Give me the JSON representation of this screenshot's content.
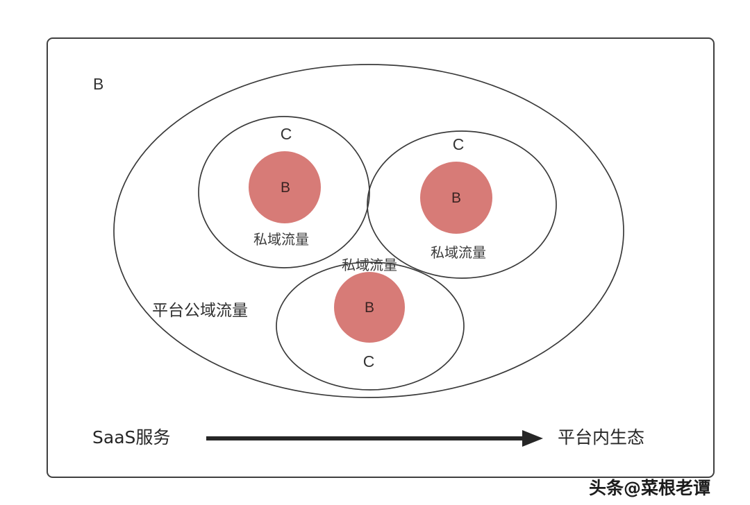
{
  "diagram": {
    "outer_frame": {
      "name": "outer-frame",
      "corner_label": "B"
    },
    "platform_ellipse": {
      "label": "平台公域流量",
      "stroke": "#3a3a3a"
    },
    "domains": [
      {
        "id": "left",
        "outer_label": "C",
        "inner_label": "B",
        "caption": "私域流量"
      },
      {
        "id": "right",
        "outer_label": "C",
        "inner_label": "B",
        "caption": "私域流量"
      },
      {
        "id": "bottom",
        "outer_label": "C",
        "inner_label": "B",
        "caption": "私域流量"
      }
    ],
    "flow": {
      "from_label": "SaaS服务",
      "arrow_name": "right-arrow-icon",
      "to_label": "平台内生态"
    },
    "colors": {
      "fill_red": "#d77b77",
      "stroke_dark": "#3a3a3a",
      "frame_stroke": "#3f3f3f",
      "arrow": "#262626",
      "background": "#ffffff"
    }
  },
  "watermark": {
    "text": "头条@菜根老谭"
  }
}
